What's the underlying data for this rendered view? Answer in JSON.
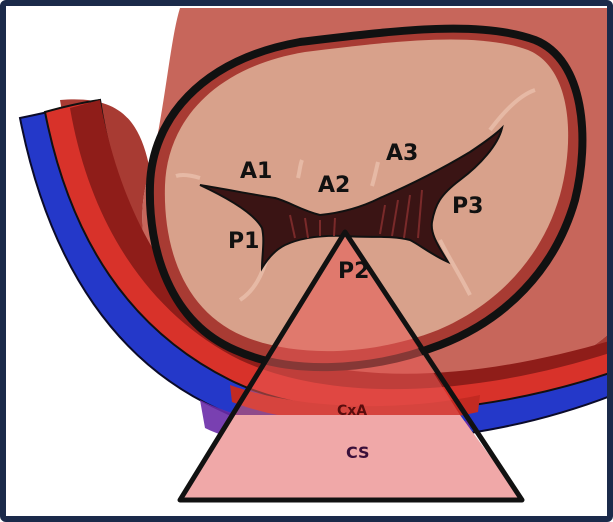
{
  "labels": {
    "a1": "A1",
    "a2": "A2",
    "a3": "A3",
    "p1": "P1",
    "p2": "P2",
    "p3": "P3",
    "cxa": "CxA",
    "cs": "CS"
  },
  "colors": {
    "border": "#1b2a4a",
    "muscle": "#c7665b",
    "muscle_dark": "#b04f45",
    "annulus_bg": "#a83b33",
    "annulus_band": "#d8322a",
    "annulus_band2": "#b52a24",
    "vein_blue": "#2438c9",
    "vein_purple": "#6a2ba8",
    "valve": "#d8a18b",
    "valve_light": "#e6b9a5",
    "orifice": "#3a1414",
    "beam": "#f0a8a8",
    "beam_stroke": "#111111"
  }
}
